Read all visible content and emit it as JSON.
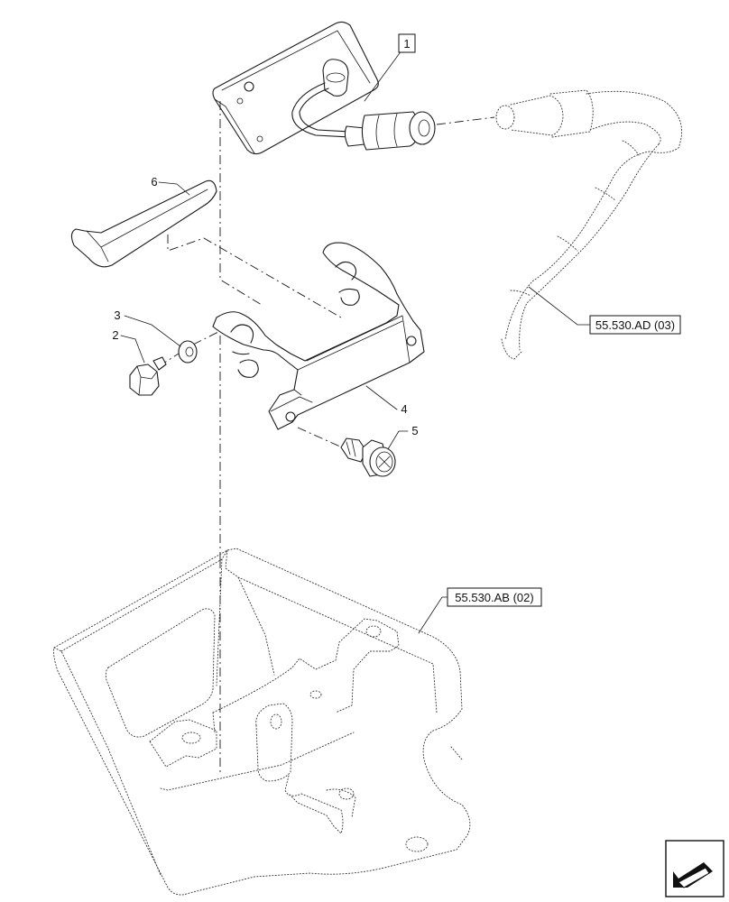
{
  "callouts": {
    "item1": "1",
    "item2": "2",
    "item3": "3",
    "item4": "4",
    "item5": "5",
    "item6": "6"
  },
  "references": {
    "harness": "55.530.AD (03)",
    "cab_bracket": "55.530.AB (02)"
  },
  "icons": {
    "corner": "navigation-arrow-icon"
  }
}
